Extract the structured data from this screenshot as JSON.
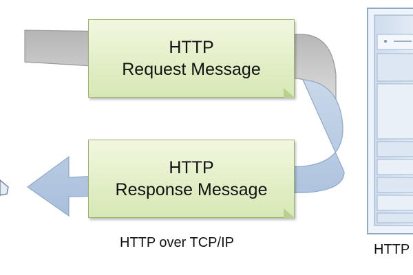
{
  "request": {
    "line1": "HTTP",
    "line2": "Request Message"
  },
  "response": {
    "line1": "HTTP",
    "line2": "Response Message"
  },
  "captions": {
    "transport": "HTTP over TCP/IP",
    "server": "HTTP"
  },
  "colors": {
    "message_fill": "#dbe9bb",
    "message_border": "#98b46a",
    "arrow_fill": "#b8cbe2",
    "band_fill": "#c9c9c9",
    "server_fill": "#dbe5f1",
    "server_border": "#8ea9c9"
  }
}
